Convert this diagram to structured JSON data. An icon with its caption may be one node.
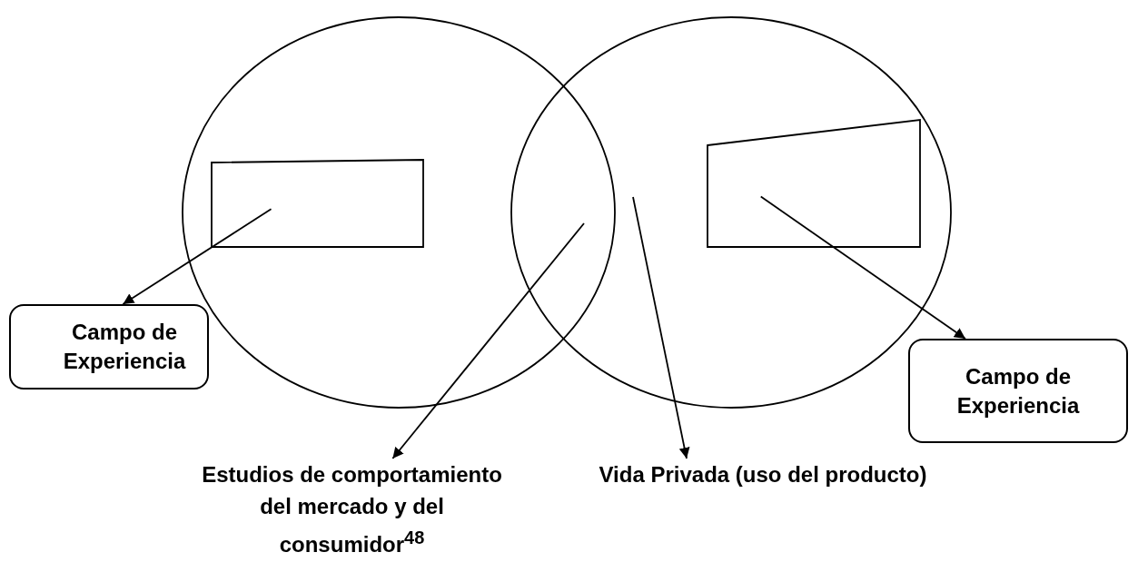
{
  "diagram": {
    "nodes": [
      {
        "text": [],
        "shape": "circle"
      },
      {
        "text": [],
        "shape": "circle"
      },
      {
        "text": [],
        "shape": "box",
        "in": 0
      },
      {
        "text": [],
        "shape": "box",
        "in": 1
      },
      {
        "text": [
          "Campo de Experiencia"
        ]
      },
      {
        "text": [
          "Campo de Experiencia"
        ]
      },
      {
        "text": [
          "Estudios de comportamiento  del mercado y del consumidor$^{48}$"
        ]
      },
      {
        "text": [
          "Vida Privada (uso del producto)"
        ]
      }
    ],
    "edges": [
      {
        "from": 2,
        "to": 4,
        "arrow": "to"
      },
      {
        "from": 3,
        "to": 5,
        "arrow": "to"
      },
      {
        "from": null,
        "to": 6,
        "arrow": "to"
      },
      {
        "from": null,
        "to": 7,
        "arrow": "to"
      }
    ]
  }
}
